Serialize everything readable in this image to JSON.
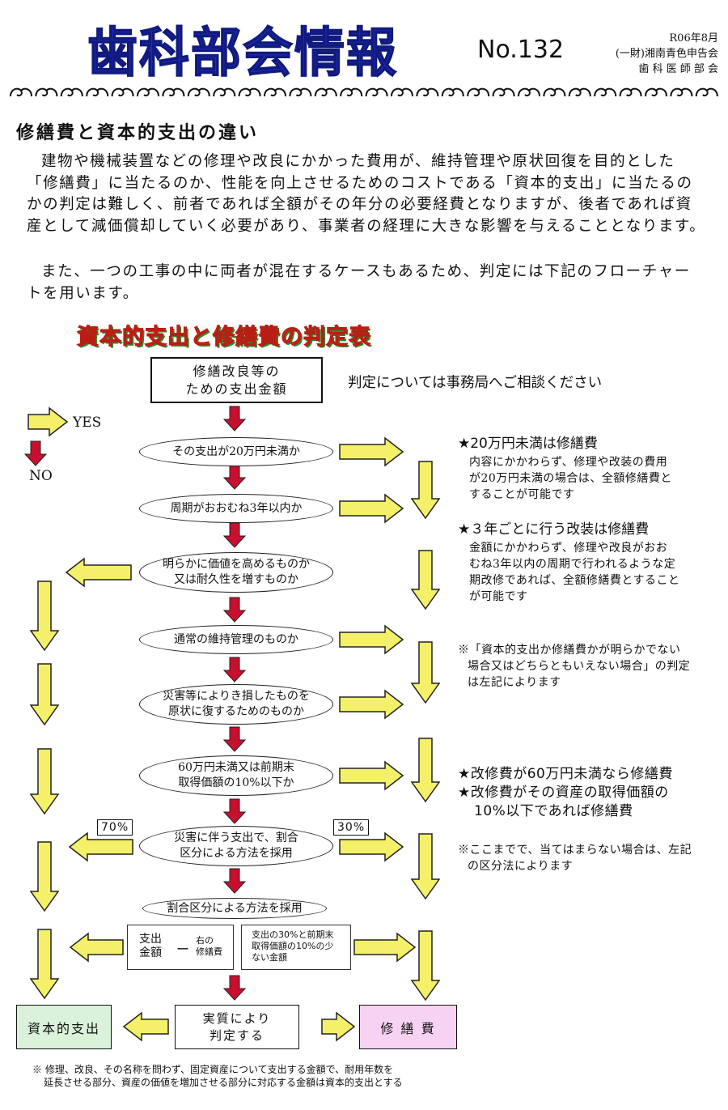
{
  "header": {
    "title": "歯科部会情報",
    "issue": "No.132",
    "date": "R06年8月",
    "org": "(一財)湘南青色申告会",
    "dept": "歯 科 医 師 部 会"
  },
  "article": {
    "heading": "修繕費と資本的支出の違い",
    "paragraph1": "建物や機械装置などの修理や改良にかかった費用が、維持管理や原状回復を目的とした「修繕費」に当たるのか、性能を向上させるためのコストである「資本的支出」に当たるのかの判定は難しく、前者であれば全額がその年分の必要経費となりますが、後者であれば資産として減価償却していく必要があり、事業者の経理に大きな影響を与えることとなります。",
    "paragraph2": "また、一つの工事の中に両者が混在するケースもあるため、判定には下記のフローチャートを用います。"
  },
  "chart": {
    "title": "資本的支出と修繕費の判定表",
    "start_line1": "修繕改良等の",
    "start_line2": "ための支出金額",
    "consult": "判定については事務局へご相談ください",
    "legend_yes": "YES",
    "legend_no": "NO",
    "q1": "その支出が20万円未満か",
    "q2": "周期がおおむね3年以内か",
    "q3_line1": "明らかに価値を高めるものか",
    "q3_line2": "又は耐久性を増すものか",
    "q4": "通常の維持管理のものか",
    "q5_line1": "災害等によりき損したものを",
    "q5_line2": "原状に復するためのものか",
    "q6_line1": "60万円未満又は前期末",
    "q6_line2": "取得価額の10%以下か",
    "q7_line1": "災害に伴う支出で、割合",
    "q7_line2": "区分による方法を採用",
    "pct_left": "70%",
    "pct_right": "30%",
    "q8": "割合区分による方法を採用",
    "calc_a1": "支出",
    "calc_a2": "金額",
    "calc_minus": "ー",
    "calc_b1": "右の",
    "calc_b2": "修繕費",
    "calc_c1": "支出の30%と前期末",
    "calc_c2": "取得価額の10%の少",
    "calc_c3": "ない金額",
    "result_capital": "資本的支出",
    "result_substance_line1": "実質により",
    "result_substance_line2": "判定する",
    "result_repair": "修 繕 費",
    "footnote_line1": "※ 修理、改良、その名称を問わず、固定資産について支出する金額で、耐用年数を",
    "footnote_line2": "延長させる部分、資産の価値を増加させる部分に対応する金額は資本的支出とする"
  },
  "notes": {
    "n1_title": "★20万円未満は修繕費",
    "n1_l1": "内容にかかわらず、修理や改装の費用",
    "n1_l2": "が20万円未満の場合は、全額修繕費と",
    "n1_l3": "することが可能です",
    "n2_title": "★３年ごとに行う改装は修繕費",
    "n2_l1": "金額にかかわらず、修理や改良がおお",
    "n2_l2": "むね3年以内の周期で行われるような定",
    "n2_l3": "期改修であれば、全額修繕費とすること",
    "n2_l4": "が可能です",
    "n3_l1": "※「資本的支出か修繕費かが明らかでない",
    "n3_l2": "場合又はどちらともいえない場合」の判定",
    "n3_l3": "は左記によります",
    "n4_l1": "★改修費が60万円未満なら修繕費",
    "n4_l2": "★改修費がその資産の取得価額の",
    "n4_l3": "10%以下であれば修繕費",
    "n5_l1": "※ここまでで、当てはまらない場合は、左記",
    "n5_l2": "の区分法によります"
  },
  "colors": {
    "title_blue": "#1f2aa8",
    "chart_title_red": "#e8362a",
    "arrow_yellow": "#f4f06a",
    "arrow_red": "#c8102e",
    "capital_green": "#d9f2d9",
    "repair_pink": "#f7d2f2"
  }
}
